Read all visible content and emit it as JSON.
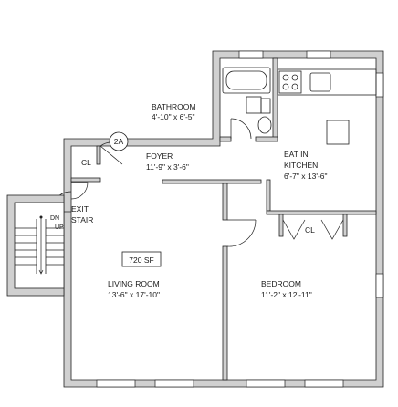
{
  "unit": {
    "number": "2A",
    "area": "720 SF"
  },
  "rooms": {
    "bathroom": {
      "name": "BATHROOM",
      "dims": "4'-10\" x 6'-5\""
    },
    "foyer": {
      "name": "FOYER",
      "dims": "11'-9\" x 3'-6\""
    },
    "kitchen": {
      "name_line1": "EAT IN",
      "name_line2": "KITCHEN",
      "dims": "6'-7\" x 13'-6\""
    },
    "living_room": {
      "name": "LIVING ROOM",
      "dims": "13'-6\" x 17'-10\""
    },
    "bedroom": {
      "name": "BEDROOM",
      "dims": "11'-2\" x 12'-11\""
    }
  },
  "closets": {
    "foyer_closet": "CL",
    "bedroom_closet": "CL"
  },
  "stair": {
    "label_line1": "EXIT",
    "label_line2": "STAIR",
    "dn": "DN",
    "up": "UP"
  }
}
